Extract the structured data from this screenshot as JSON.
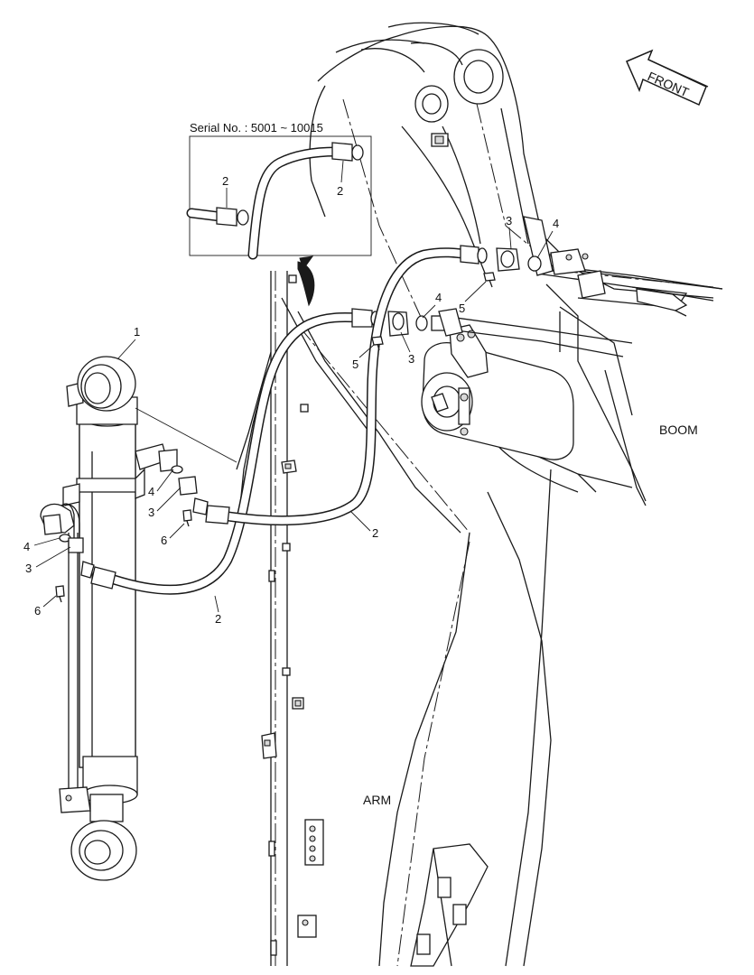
{
  "inset": {
    "serial_label": "Serial No. : 5001 ~ 10015"
  },
  "direction_arrow": {
    "label": "FRONT"
  },
  "zones": {
    "boom": "BOOM",
    "arm": "ARM"
  },
  "callouts": {
    "cylinder": "1",
    "hose": "2",
    "flange": "3",
    "oring": "4",
    "bolt_5": "5",
    "bolt_6": "6"
  }
}
